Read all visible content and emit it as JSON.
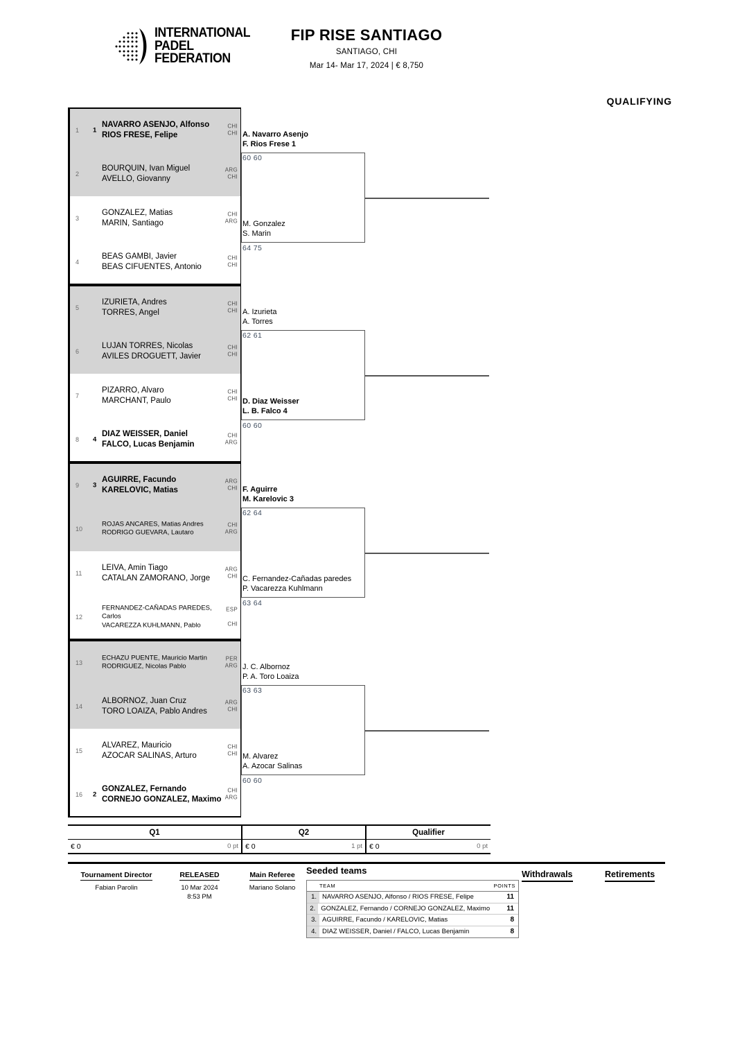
{
  "header": {
    "logo": {
      "line1": "INTERNATIONAL",
      "line2": "PADEL",
      "line3": "FEDERATION"
    },
    "title": "FIP RISE SANTIAGO",
    "location": "SANTIAGO, CHI",
    "dates": "Mar 14- Mar 17, 2024  |  € 8,750",
    "section_label": "QUALIFYING"
  },
  "bracket": {
    "slots": [
      {
        "num": "1",
        "seed": "1",
        "bold": true,
        "shaded": true,
        "p1": "NAVARRO ASENJO, Alfonso",
        "p2": "RIOS FRESE, Felipe",
        "f1": "CHI",
        "f2": "CHI",
        "small": false
      },
      {
        "num": "2",
        "seed": "",
        "bold": false,
        "shaded": true,
        "p1": "BOURQUIN, Ivan Miguel",
        "p2": "AVELLO, Giovanny",
        "f1": "ARG",
        "f2": "CHI",
        "small": false
      },
      {
        "num": "3",
        "seed": "",
        "bold": false,
        "shaded": false,
        "p1": "GONZALEZ, Matias",
        "p2": "MARIN, Santiago",
        "f1": "CHI",
        "f2": "ARG",
        "small": false
      },
      {
        "num": "4",
        "seed": "",
        "bold": false,
        "shaded": false,
        "p1": "BEAS GAMBI, Javier",
        "p2": "BEAS CIFUENTES, Antonio",
        "f1": "CHI",
        "f2": "CHI",
        "small": false
      },
      {
        "num": "5",
        "seed": "",
        "bold": false,
        "shaded": true,
        "p1": "IZURIETA, Andres",
        "p2": "TORRES, Angel",
        "f1": "CHI",
        "f2": "CHI",
        "small": false
      },
      {
        "num": "6",
        "seed": "",
        "bold": false,
        "shaded": true,
        "p1": "LUJAN TORRES, Nicolas",
        "p2": "AVILES DROGUETT, Javier",
        "f1": "CHI",
        "f2": "CHI",
        "small": false
      },
      {
        "num": "7",
        "seed": "",
        "bold": false,
        "shaded": false,
        "p1": "PIZARRO, Alvaro",
        "p2": "MARCHANT, Paulo",
        "f1": "CHI",
        "f2": "CHI",
        "small": false
      },
      {
        "num": "8",
        "seed": "4",
        "bold": true,
        "shaded": false,
        "p1": "DIAZ WEISSER, Daniel",
        "p2": "FALCO, Lucas Benjamin",
        "f1": "CHI",
        "f2": "ARG",
        "small": false
      },
      {
        "num": "9",
        "seed": "3",
        "bold": true,
        "shaded": true,
        "p1": "AGUIRRE, Facundo",
        "p2": "KARELOVIC, Matias",
        "f1": "ARG",
        "f2": "CHI",
        "small": false
      },
      {
        "num": "10",
        "seed": "",
        "bold": false,
        "shaded": true,
        "p1": "ROJAS ANCARES, Matias Andres",
        "p2": "RODRIGO GUEVARA, Lautaro",
        "f1": "CHI",
        "f2": "ARG",
        "small": true
      },
      {
        "num": "11",
        "seed": "",
        "bold": false,
        "shaded": false,
        "p1": "LEIVA, Amin Tiago",
        "p2": "CATALAN ZAMORANO, Jorge",
        "f1": "ARG",
        "f2": "CHI",
        "small": false
      },
      {
        "num": "12",
        "seed": "",
        "bold": false,
        "shaded": false,
        "p1": "FERNANDEZ-CAÑADAS PAREDES,",
        "p1b": "Carlos",
        "p2": "VACAREZZA KUHLMANN, Pablo",
        "f1": "ESP",
        "f2": "CHI",
        "small": true
      },
      {
        "num": "13",
        "seed": "",
        "bold": false,
        "shaded": true,
        "p1": "ECHAZU PUENTE, Mauricio Martin",
        "p2": "RODRIGUEZ, Nicolas Pablo",
        "f1": "PER",
        "f2": "ARG",
        "small": true
      },
      {
        "num": "14",
        "seed": "",
        "bold": false,
        "shaded": true,
        "p1": "ALBORNOZ, Juan Cruz",
        "p2": "TORO LOAIZA, Pablo Andres",
        "f1": "ARG",
        "f2": "CHI",
        "small": false
      },
      {
        "num": "15",
        "seed": "",
        "bold": false,
        "shaded": false,
        "p1": "ALVAREZ, Mauricio",
        "p2": "AZOCAR SALINAS, Arturo",
        "f1": "CHI",
        "f2": "CHI",
        "small": false
      },
      {
        "num": "16",
        "seed": "2",
        "bold": true,
        "shaded": false,
        "p1": "GONZALEZ, Fernando",
        "p2": "CORNEJO GONZALEZ, Maximo",
        "f1": "CHI",
        "f2": "ARG",
        "small": false
      }
    ],
    "q1_matches": [
      {
        "winner1": "A. Navarro Asenjo",
        "winner2": "F. Rios Frese  1",
        "bold_top": true,
        "score_top": "60 60",
        "loser1": "M. Gonzalez",
        "loser2": "S. Marin",
        "bold_bot": false,
        "score_bot": "64 75"
      },
      {
        "winner1": "A. Izurieta",
        "winner2": "A. Torres",
        "bold_top": false,
        "score_top": "62 61",
        "loser1": "D. Diaz Weisser",
        "loser2": "L. B. Falco  4",
        "bold_bot": true,
        "score_bot": "60 60"
      },
      {
        "winner1": "F. Aguirre",
        "winner2": "M. Karelovic  3",
        "bold_top": true,
        "score_top": "62 64",
        "loser1": "C. Fernandez-Cañadas paredes",
        "loser2": "P. Vacarezza Kuhlmann",
        "bold_bot": false,
        "score_bot": "63 64"
      },
      {
        "winner1": "J. C. Albornoz",
        "winner2": "P. A. Toro Loaiza",
        "bold_top": false,
        "score_top": "63 63",
        "loser1": "M. Alvarez",
        "loser2": "A. Azocar Salinas",
        "bold_bot": false,
        "score_bot": "60 60"
      }
    ]
  },
  "prize": {
    "columns": [
      {
        "label": "Q1",
        "money": "€ 0",
        "points": "0 pt"
      },
      {
        "label": "Q2",
        "money": "€ 0",
        "points": "1 pt"
      },
      {
        "label": "Qualifier",
        "money": "€ 0",
        "points": "0 pt"
      }
    ]
  },
  "footer": {
    "tournament_director": {
      "label": "Tournament Director",
      "value": "Fabian Parolin"
    },
    "released": {
      "label": "RELEASED",
      "value": "10 Mar 2024",
      "value2": "8:53 PM"
    },
    "main_referee": {
      "label": "Main Referee",
      "value": "Mariano Solano"
    },
    "seeded": {
      "title": "Seeded teams",
      "col_team": "TEAM",
      "col_points": "POINTS",
      "rows": [
        {
          "rank": "1.",
          "team": "NAVARRO ASENJO, Alfonso / RIOS FRESE, Felipe",
          "points": "11"
        },
        {
          "rank": "2.",
          "team": "GONZALEZ, Fernando / CORNEJO GONZALEZ, Maximo",
          "points": "11"
        },
        {
          "rank": "3.",
          "team": "AGUIRRE, Facundo / KARELOVIC, Matias",
          "points": "8"
        },
        {
          "rank": "4.",
          "team": "DIAZ WEISSER, Daniel / FALCO, Lucas Benjamin",
          "points": "8"
        }
      ]
    },
    "withdrawals": "Withdrawals",
    "retirements": "Retirements"
  },
  "colors": {
    "shade": "#d4d4d4",
    "score_text": "#3d4a5c",
    "rule": "#000000"
  }
}
